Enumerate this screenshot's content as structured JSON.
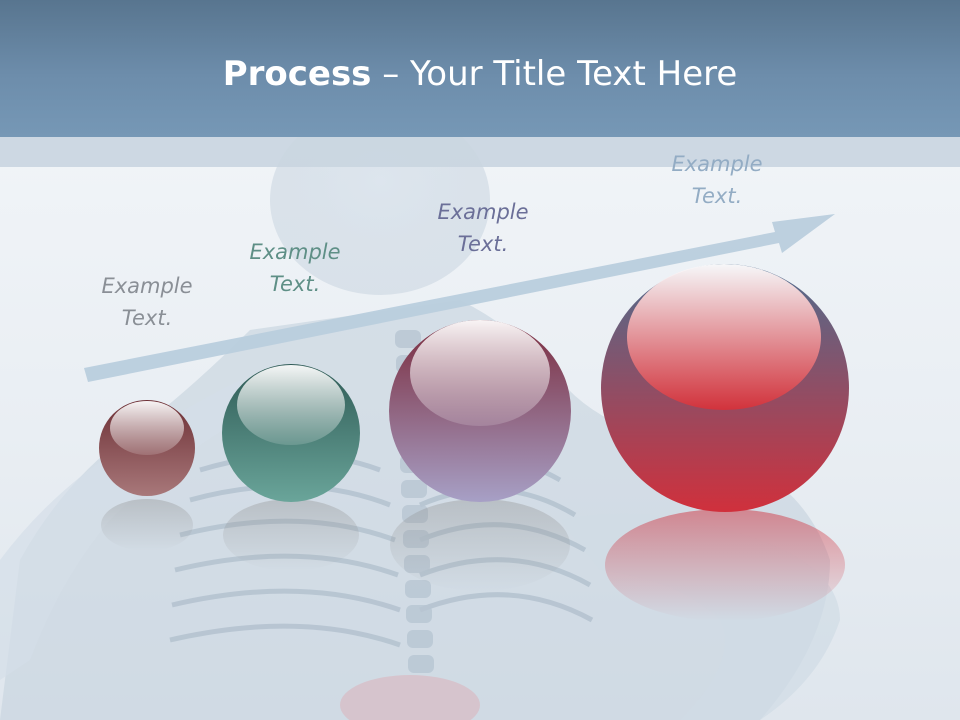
{
  "slide": {
    "title_bold": "Process",
    "title_rest": " – Your Title Text Here"
  },
  "steps": [
    {
      "line1": "Example",
      "line2": "Text.",
      "color": "#8a4a4e"
    },
    {
      "line1": "Example",
      "line2": "Text.",
      "color": "#3d7a72"
    },
    {
      "line1": "Example",
      "line2": "Text.",
      "color": "#8e6a8c"
    },
    {
      "line1": "Example",
      "line2": "Text.",
      "color": "#d03a46"
    }
  ],
  "colors": {
    "header": "#6a8aa8",
    "arrow": "#b9cddd"
  }
}
